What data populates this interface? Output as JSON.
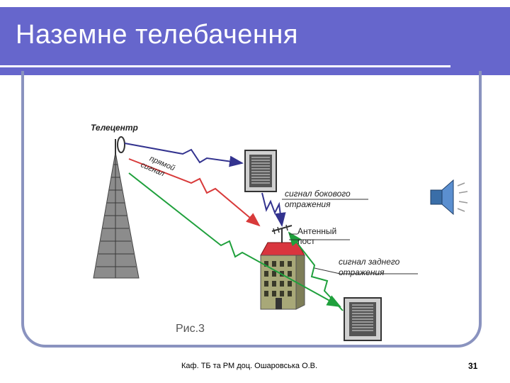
{
  "slide": {
    "title": "Наземне телебачення",
    "footer": "Каф. ТБ та РМ доц. Ошаровська О.В.",
    "page_number": "31"
  },
  "diagram": {
    "telecenter": "Телецентр",
    "direct_signal": [
      "прямой",
      "сигнал"
    ],
    "side_reflection": [
      "сигнал бокового",
      "отражения"
    ],
    "antenna_post": [
      "Антенный",
      "пост"
    ],
    "back_reflection": [
      "сигнал заднего",
      "отражения"
    ],
    "figure_caption": "Рис.3"
  },
  "colors": {
    "header": "#6666cc",
    "frame": "#8a93bf",
    "signal_blue": "#33338f",
    "signal_red": "#d83a3a",
    "signal_green": "#1fa03c"
  },
  "icons": [
    "speaker-icon",
    "tower-icon",
    "receiver-icon",
    "building-icon"
  ]
}
